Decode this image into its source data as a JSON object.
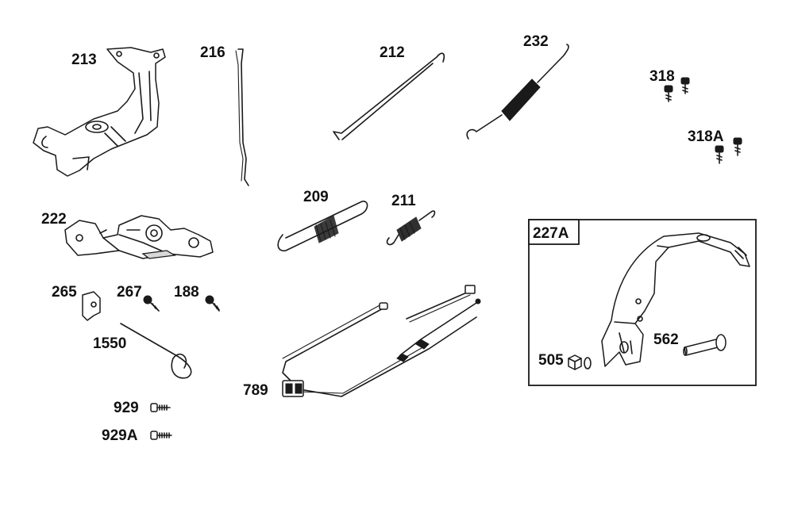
{
  "colors": {
    "ink": "#1a1a1a",
    "background": "#ffffff"
  },
  "parts": {
    "p213": "213",
    "p216": "216",
    "p212": "212",
    "p232": "232",
    "p318": "318",
    "p318a": "318A",
    "p222": "222",
    "p209": "209",
    "p211": "211",
    "p265": "265",
    "p267": "267",
    "p188": "188",
    "p1550": "1550",
    "p929": "929",
    "p929a": "929A",
    "p789": "789",
    "p227a": "227A",
    "p505": "505",
    "p562": "562"
  }
}
